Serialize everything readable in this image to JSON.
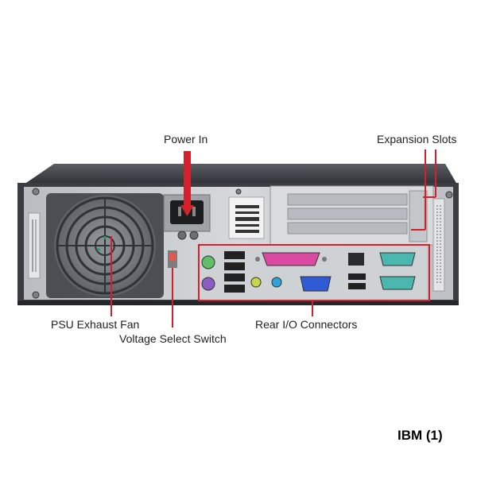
{
  "labels": {
    "power_in": "Power In",
    "expansion_slots": "Expansion Slots",
    "psu_fan": "PSU Exhaust Fan",
    "voltage_switch": "Voltage Select Switch",
    "rear_io": "Rear I/O Connectors"
  },
  "caption": "IBM (1)",
  "colors": {
    "callout": "#d4202a",
    "chassis": "#3a3d42",
    "panel": "#c9ccd0"
  }
}
